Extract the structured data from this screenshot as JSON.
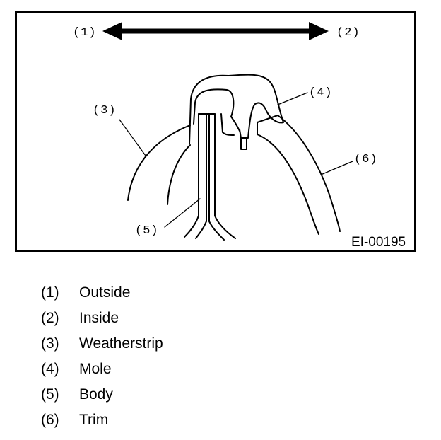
{
  "diagram": {
    "callouts": {
      "c1": "(1)",
      "c2": "(2)",
      "c3": "(3)",
      "c4": "(4)",
      "c5": "(5)",
      "c6": "(6)"
    },
    "figure_code": "EI-00195"
  },
  "legend": [
    {
      "num": "(1)",
      "label": "Outside"
    },
    {
      "num": "(2)",
      "label": "Inside"
    },
    {
      "num": "(3)",
      "label": "Weatherstrip"
    },
    {
      "num": "(4)",
      "label": "Mole"
    },
    {
      "num": "(5)",
      "label": "Body"
    },
    {
      "num": "(6)",
      "label": "Trim"
    }
  ]
}
